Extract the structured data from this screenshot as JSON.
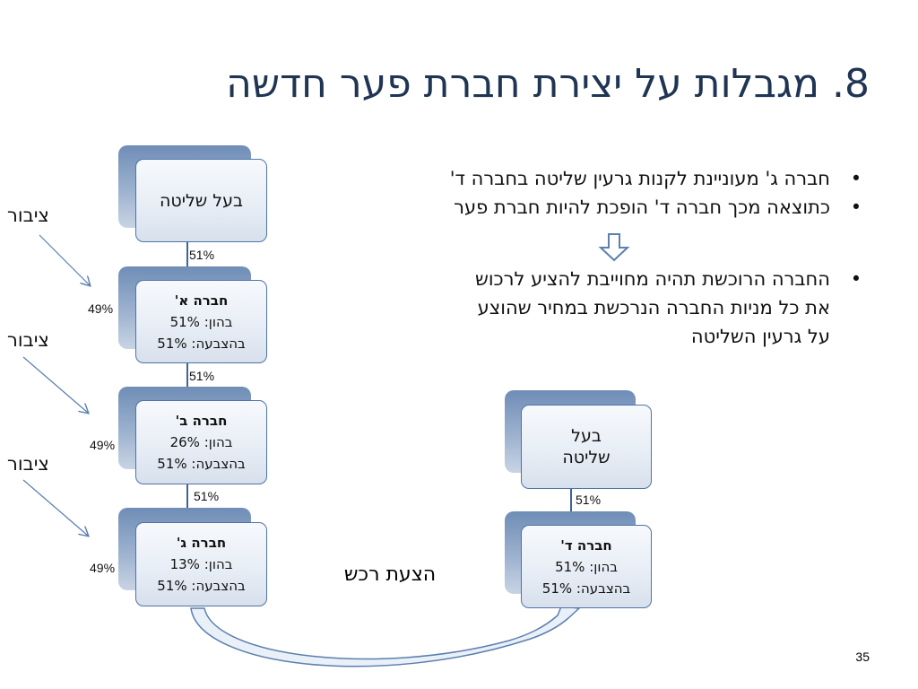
{
  "title": "8. מגבלות על יצירת חברת פער חדשה",
  "left_chain": {
    "controller": "בעל שליטה",
    "links": [
      "51%",
      "51%",
      "51%"
    ],
    "companies": [
      {
        "name": "חברה א'",
        "capital_label": "בהון:",
        "capital": "51%",
        "voting_label": "בהצבעה:",
        "voting": "51%",
        "public_pct": "49%"
      },
      {
        "name": "חברה ב'",
        "capital_label": "בהון:",
        "capital": "26%",
        "voting_label": "בהצבעה:",
        "voting": "51%",
        "public_pct": "49%"
      },
      {
        "name": "חברה ג'",
        "capital_label": "בהון:",
        "capital": "13%",
        "voting_label": "בהצבעה:",
        "voting": "51%",
        "public_pct": "49%"
      }
    ],
    "public_label": "ציבור"
  },
  "right_chain": {
    "controller_line1": "בעל",
    "controller_line2": "שליטה",
    "link": "51%",
    "company": {
      "name": "חברה ד'",
      "capital_label": "בהון:",
      "capital": "51%",
      "voting_label": "בהצבעה:",
      "voting": "51%"
    }
  },
  "bullets": [
    {
      "lines": [
        "חברה ג' מעוניינת לקנות גרעין שליטה בחברה ד'"
      ]
    },
    {
      "lines": [
        "כתוצאה מכך חברה ד' הופכת להיות חברת פער"
      ]
    },
    {
      "lines": [
        "החברה הרוכשת תהיה מחוייבת להציע לרכוש",
        "את כל מניות החברה הנרכשת במחיר שהוצע",
        "על גרעין השליטה"
      ]
    }
  ],
  "bullet_symbol": "•",
  "offer_label": "הצעת רכש",
  "page_number": "35",
  "colors": {
    "title": "#1f3553",
    "box_border": "#4d74a8",
    "arrow": "#5b7fae",
    "connector": "#3e6494"
  }
}
